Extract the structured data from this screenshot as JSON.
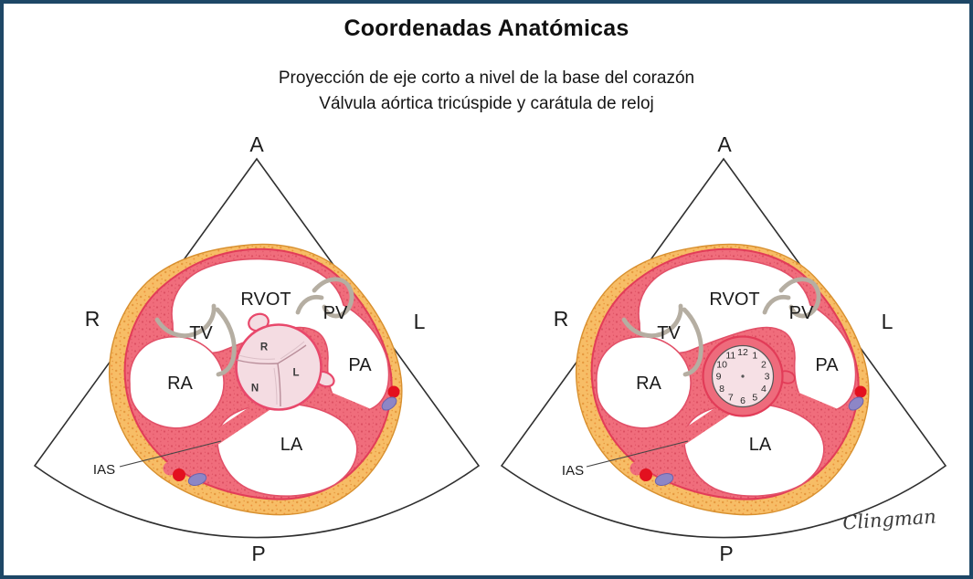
{
  "title": "Coordenadas Anatómicas",
  "subtitle_line1": "Proyección de eje corto a nivel de la base del corazón",
  "subtitle_line2": "Válvula aórtica tricúspide y carátula de reloj",
  "orientation": {
    "anterior": "A",
    "posterior": "P",
    "right": "R",
    "left": "L"
  },
  "anatomy": {
    "rvot": "RVOT",
    "tv": "TV",
    "pv": "PV",
    "ra": "RA",
    "pa": "PA",
    "la": "LA",
    "ias": "IAS"
  },
  "valve_cusps": {
    "right_coronary": "R",
    "left_coronary": "L",
    "non_coronary": "N"
  },
  "clock_numbers": [
    "12",
    "1",
    "2",
    "3",
    "4",
    "5",
    "6",
    "7",
    "8",
    "9",
    "10",
    "11"
  ],
  "signature": "Clingman",
  "colors": {
    "frame_border": "#1e4766",
    "myocardium": "#f06d7c",
    "epicardial_fat": "#f7bd66",
    "valve_face": "#f4dce2",
    "valve_ring": "#e8486b",
    "clock_ring": "#ee6b7c",
    "leaflet_gray": "#b5aea2",
    "vessel_red": "#e3101f",
    "vessel_purple": "#8d86c6",
    "sector_line": "#2f2f2f"
  }
}
